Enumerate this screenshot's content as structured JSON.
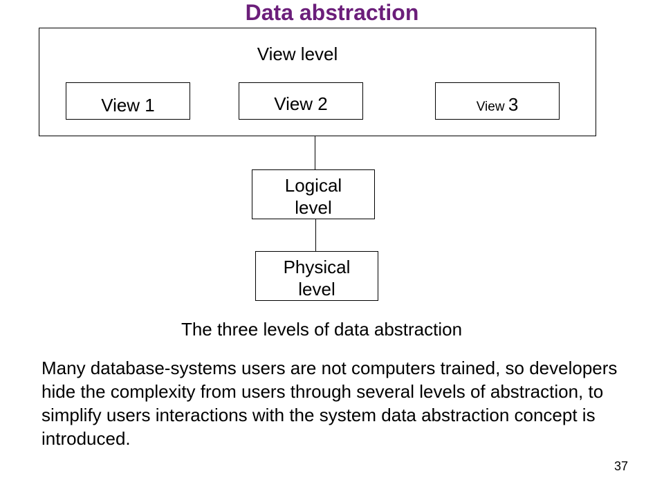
{
  "slide": {
    "title": "Data abstraction",
    "page_number": "37"
  },
  "colors": {
    "title": "#6b1e7a"
  },
  "diagram": {
    "view_level": {
      "label": "View level",
      "views": [
        {
          "label": "View 1"
        },
        {
          "label": "View 2"
        },
        {
          "label_small": "View ",
          "label_big": "3"
        }
      ]
    },
    "logical": {
      "line1": "Logical",
      "line2": "level"
    },
    "physical": {
      "line1": "Physical",
      "line2": "level"
    },
    "caption": "The three levels of data abstraction"
  },
  "body": {
    "paragraph": "Many database-systems users are not computers trained, so developers hide the complexity from users through several levels of abstraction, to simplify users interactions with the system data abstraction concept is introduced."
  }
}
